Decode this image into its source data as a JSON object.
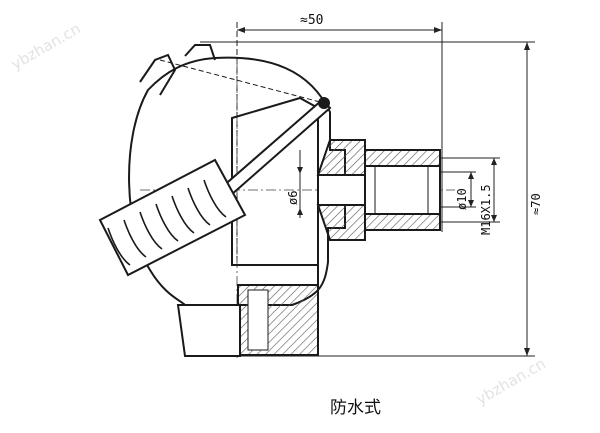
{
  "dimensions": {
    "width_top": "≈50",
    "height_right": "≈70",
    "thread": "M16X1.5",
    "inner_dia": "ø10",
    "bore_dia": "ø6"
  },
  "caption": "防水式",
  "watermark": "ybzhan.cn",
  "colors": {
    "line": "#1a1a1a",
    "hatch": "#555555",
    "background": "#ffffff"
  }
}
